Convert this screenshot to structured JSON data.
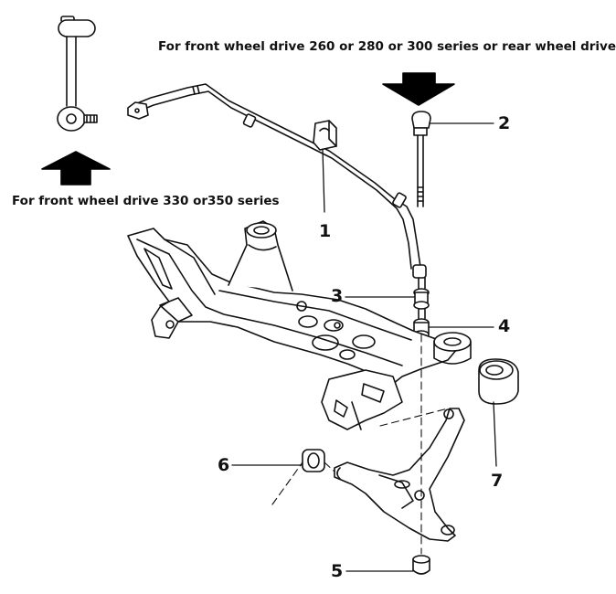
{
  "captions": {
    "top": "For front wheel drive 260 or 280 or 300 series or rear wheel drive",
    "left": "For front wheel drive 330 or350 series"
  },
  "callouts": [
    "1",
    "2",
    "3",
    "4",
    "5",
    "6",
    "7"
  ],
  "colors": {
    "line": "#111111",
    "fill": "#ffffff",
    "arrow": "#000000"
  }
}
